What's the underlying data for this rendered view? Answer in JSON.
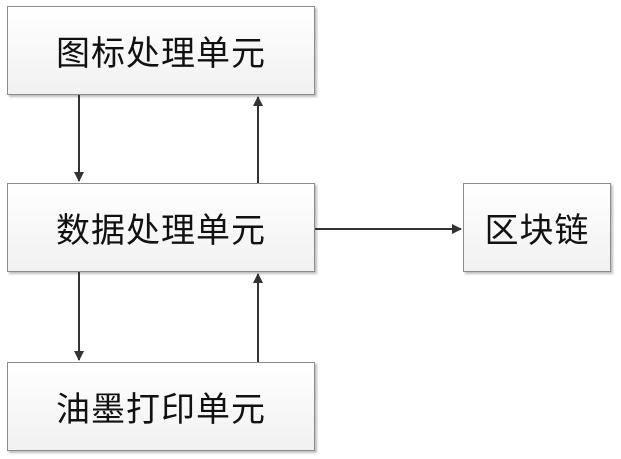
{
  "diagram": {
    "nodes": {
      "icon_unit": "图标处理单元",
      "data_unit": "数据处理单元",
      "ink_unit": "油墨打印单元",
      "blockchain": "区块链"
    },
    "edges": [
      {
        "from": "icon_unit",
        "to": "data_unit"
      },
      {
        "from": "data_unit",
        "to": "icon_unit"
      },
      {
        "from": "data_unit",
        "to": "ink_unit"
      },
      {
        "from": "ink_unit",
        "to": "data_unit"
      },
      {
        "from": "data_unit",
        "to": "blockchain"
      }
    ],
    "colors": {
      "line": "#333333",
      "border": "#8c8c8c",
      "fill": "#f1f1f1"
    }
  }
}
